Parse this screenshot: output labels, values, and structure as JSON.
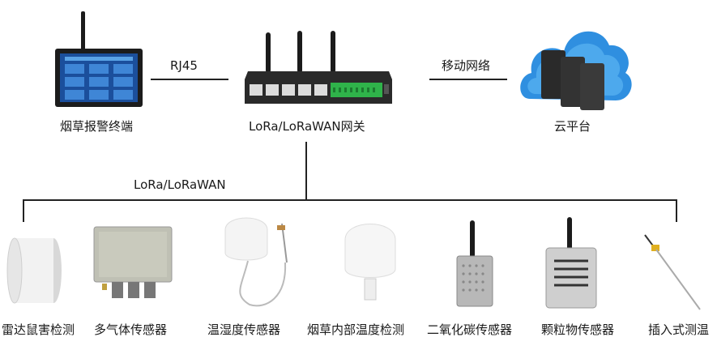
{
  "nodes": {
    "terminal": "烟草报警终端",
    "gateway": "LoRa/LoRaWAN网关",
    "cloud": "云平台"
  },
  "links": {
    "rj45": "RJ45",
    "mobile": "移动网络",
    "lora": "LoRa/LoRaWAN"
  },
  "sensors": [
    {
      "label": "雷达鼠害检测",
      "icon": "radar-sensor-icon"
    },
    {
      "label": "多气体传感器",
      "icon": "gas-sensor-icon"
    },
    {
      "label": "温湿度传感器",
      "icon": "temp-humidity-sensor-icon"
    },
    {
      "label": "烟草内部温度检测",
      "icon": "internal-temp-sensor-icon"
    },
    {
      "label": "二氧化碳传感器",
      "icon": "co2-sensor-icon"
    },
    {
      "label": "颗粒物传感器",
      "icon": "particulate-sensor-icon"
    },
    {
      "label": "插入式测温",
      "icon": "probe-thermometer-icon"
    }
  ],
  "colors": {
    "line": "#222222",
    "screen": "#1b4f9c",
    "cloud": "#2f8fe0",
    "terminal_green": "#2fb34a"
  }
}
